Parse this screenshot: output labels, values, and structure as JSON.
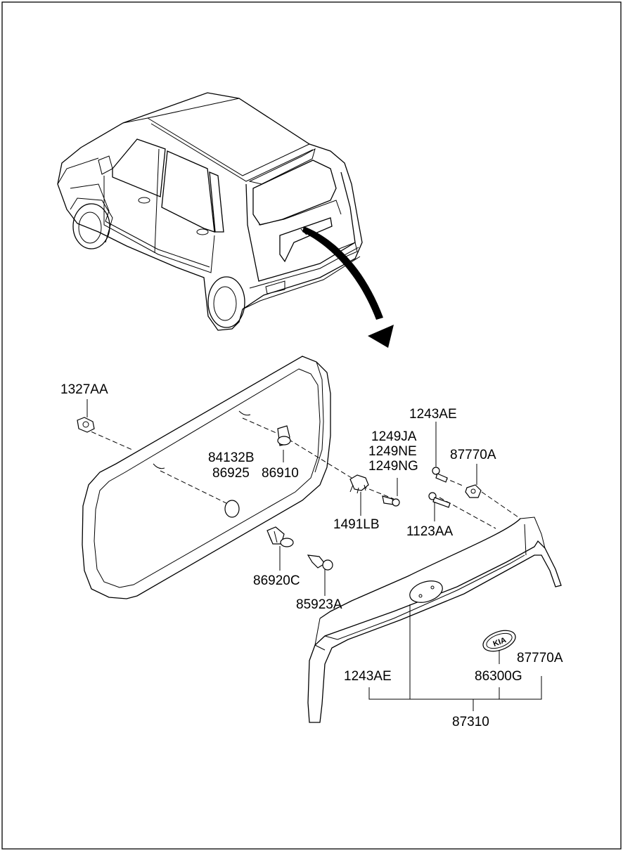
{
  "labels": {
    "l1327AA": "1327AA",
    "l84132B": "84132B",
    "l86925": "86925",
    "l86910": "86910",
    "l86920C": "86920C",
    "l85923A": "85923A",
    "l1249JA": "1249JA",
    "l1249NE": "1249NE",
    "l1249NG": "1249NG",
    "l1491LB": "1491LB",
    "l1243AE_top": "1243AE",
    "l87770A_top": "87770A",
    "l1123AA": "1123AA",
    "l1243AE_bot": "1243AE",
    "l86300G": "86300G",
    "l87770A_bot": "87770A",
    "l87310": "87310"
  },
  "emblem_text": "KIA"
}
